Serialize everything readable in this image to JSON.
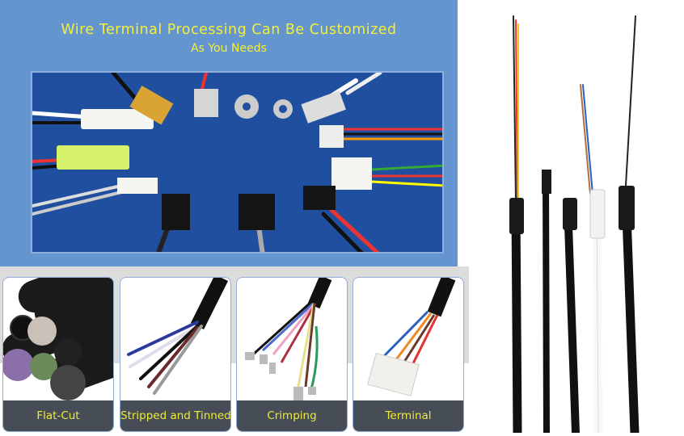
{
  "banner": {
    "title": "Wire Terminal Processing Can Be Customized",
    "subtitle": "As You Needs"
  },
  "process_cards": [
    {
      "label": "Flat-Cut"
    },
    {
      "label": "Stripped and Tinned"
    },
    {
      "label": "Crimping"
    },
    {
      "label": "Terminal"
    }
  ],
  "colors": {
    "banner_bg": "#6495cf",
    "title_text": "#f2ef3a",
    "label_bg": "#474d57",
    "photo_bg": "#1f4f9e"
  }
}
